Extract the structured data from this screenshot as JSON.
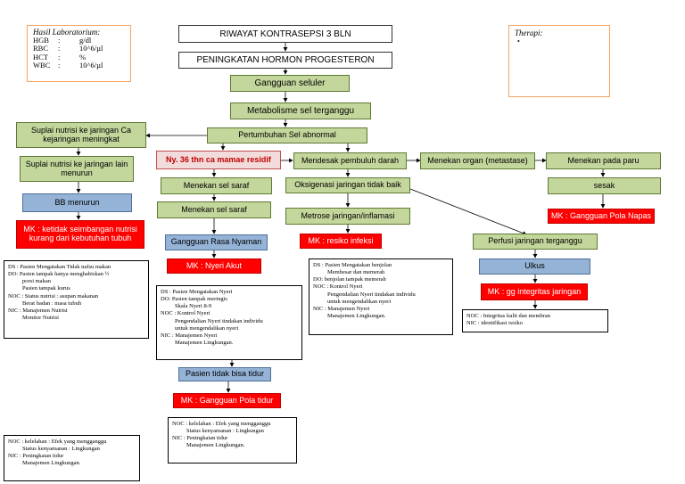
{
  "lab": {
    "title": "Hasil Laboratorium:",
    "rows": [
      {
        "name": "HGB",
        "sep": ":",
        "unit": "g/dl"
      },
      {
        "name": "RBC",
        "sep": ":",
        "unit": "10^6/µl"
      },
      {
        "name": "HCT",
        "sep": ":",
        "unit": "%"
      },
      {
        "name": "WBC",
        "sep": ":",
        "unit": "10^6/µl"
      }
    ]
  },
  "therapy": {
    "title": "Therapi:",
    "bullet": "•"
  },
  "flow": {
    "riwayat": "RIWAYAT KONTRASEPSI 3 BLN",
    "peningkatan": "PENINGKATAN HORMON PROGESTERON",
    "gangguan_seluler": "Gangguan seluler",
    "metabolisme": "Metabolisme sel terganggu",
    "pertumbuhan": "Pertumbuhan Sel abnormal",
    "suplai_ca": "Suplai nutrisi ke jaringan Ca kejaringan meningkat",
    "suplai_lain": "Suplai nutrisi ke jaringan lain menurun",
    "bb_menurun": "BB menurun",
    "mk_nutrisi": "MK : ketidak seimbangan nutrisi kurang dari kebutuhan tubuh",
    "patient": "Ny.    36 thn ca mamae residif",
    "menekan_saraf1": "Menekan sel saraf",
    "menekan_saraf2": "Menekan sel saraf",
    "gangguan_nyaman": "Gangguan Rasa Nyaman",
    "mk_nyeri": "MK : Nyeri Akut",
    "pasien_tidur": "Pasien tidak bisa tidur",
    "mk_tidur": "MK : Gangguan Pola tidur",
    "mendesak": "Mendesak pembuluh darah",
    "oksigenasi": "Oksigenasi jaringan tidak baik",
    "metrose": "Metrose jaringan/inflamasi",
    "mk_infeksi": "MK : resiko infeksi",
    "menekan_organ": "Menekan organ (metastase)",
    "menekan_paru": "Menekan pada paru",
    "sesak": "sesak",
    "mk_napas": "MK : Gangguan Pola Napas",
    "perfusi": "Perfusi jaringan terganggu",
    "ulkus": "Ulkus",
    "mk_integritas": "MK : gg integritas jaringan"
  },
  "notes": {
    "nutrisi": {
      "lines": [
        "DS : Pasien Mengatakan Tidak nafsu makan",
        "DO: Pasien tampak hanya menghabiskan ½",
        "porsi makan",
        "Pasien tampak kurus",
        "NOC : Status nutrisi : asupan makanan",
        "Berat badan : masa tubuh",
        "NIC : Manajemen Nutrisi",
        "Monitor Nutrisi"
      ]
    },
    "nyeri": {
      "lines": [
        "DS : Pasien Mengatakan Nyeri",
        "DO: Pasien tampak meringis",
        "Skala Nyeri 8-9",
        "NOC : Kontrol Nyeri",
        "Pengendalian Nyeri  tindakan individu",
        "untuk mengendalikan nyeri",
        "NIC : Manajemen Nyeri",
        "Manajemen Lingkungan."
      ]
    },
    "infeksi": {
      "lines": [
        "DS : Pasien Mengatakan benjolan",
        "Membesar dan memerah",
        "DO: benjolan tampak memerah",
        "NOC : Kontrol Nyeri",
        "Pengendalian Nyeri  tindakan individu",
        "untuk mengendalikan nyeri",
        "NIC : Manajemen Nyeri",
        "Manajemen Lingkungan."
      ]
    },
    "integritas": {
      "lines": [
        "NOC : Integritas kulit dan membran",
        "NIC : identifikasi resiko"
      ]
    },
    "tidur": {
      "lines": [
        "NOC : kelelahan : Efek yang mengganggu",
        "Status kenyamanan : Lingkungan",
        "NIC : Peningkatan tidur",
        "Manajemen Lingkungan."
      ]
    },
    "kelelahan": {
      "lines": [
        "NOC : kelelahan : Efek yang mengganggu",
        "Status kenyamanan : Lingkungan",
        "NIC : Peningkatan tidur",
        "Manajemen Lingkungan."
      ]
    }
  }
}
